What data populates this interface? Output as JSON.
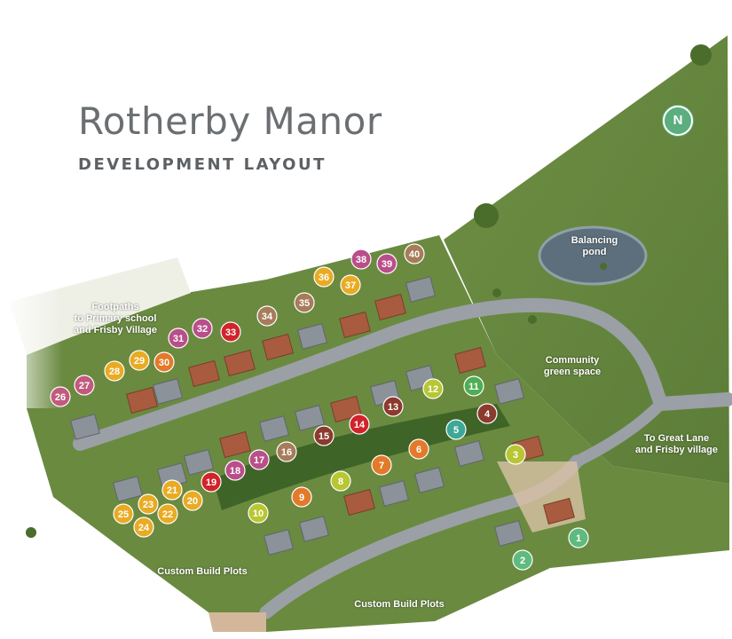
{
  "title": "Rotherby Manor",
  "subtitle": "DEVELOPMENT LAYOUT",
  "north": "N",
  "labels": {
    "footpaths": [
      "Footpaths",
      "to Primary school",
      "and Frisby Village"
    ],
    "balancing_pond": [
      "Balancing",
      "pond"
    ],
    "community": [
      "Community",
      "green space"
    ],
    "great_lane": [
      "To Great Lane",
      "and Frisby village"
    ],
    "custom_plots_1": "Custom Build Plots",
    "custom_plots_2": "Custom Build Plots"
  },
  "colors": {
    "green_light": "#8ec54a",
    "green_teal": "#4fae8a",
    "orange": "#e27a2a",
    "yellow": "#e9ab23",
    "brown": "#b07a4e",
    "dark_red": "#9e2d2e",
    "red": "#d2232a",
    "pink": "#b94f8a"
  },
  "plots": [
    {
      "n": "1",
      "c": "#5fba7d"
    },
    {
      "n": "2",
      "c": "#5fba7d"
    },
    {
      "n": "3",
      "c": "#b8c633"
    },
    {
      "n": "4",
      "c": "#8b3a2e"
    },
    {
      "n": "5",
      "c": "#3ea796"
    },
    {
      "n": "6",
      "c": "#e27a2a"
    },
    {
      "n": "7",
      "c": "#e27a2a"
    },
    {
      "n": "8",
      "c": "#b8c633"
    },
    {
      "n": "9",
      "c": "#e27a2a"
    },
    {
      "n": "10",
      "c": "#b8c633"
    },
    {
      "n": "11",
      "c": "#4fae55"
    },
    {
      "n": "12",
      "c": "#b8c633"
    },
    {
      "n": "13",
      "c": "#8b3a2e"
    },
    {
      "n": "14",
      "c": "#d2232a"
    },
    {
      "n": "15",
      "c": "#8b3a2e"
    },
    {
      "n": "16",
      "c": "#a77c5a"
    },
    {
      "n": "17",
      "c": "#b94f8a"
    },
    {
      "n": "18",
      "c": "#b94f8a"
    },
    {
      "n": "19",
      "c": "#d2232a"
    },
    {
      "n": "20",
      "c": "#e9ab23"
    },
    {
      "n": "21",
      "c": "#e9ab23"
    },
    {
      "n": "22",
      "c": "#e9ab23"
    },
    {
      "n": "23",
      "c": "#e9ab23"
    },
    {
      "n": "24",
      "c": "#e9ab23"
    },
    {
      "n": "25",
      "c": "#e9ab23"
    },
    {
      "n": "26",
      "c": "#c25a7e"
    },
    {
      "n": "27",
      "c": "#c25a7e"
    },
    {
      "n": "28",
      "c": "#e9ab23"
    },
    {
      "n": "29",
      "c": "#e9ab23"
    },
    {
      "n": "30",
      "c": "#e27a2a"
    },
    {
      "n": "31",
      "c": "#b94f8a"
    },
    {
      "n": "32",
      "c": "#b94f8a"
    },
    {
      "n": "33",
      "c": "#d2232a"
    },
    {
      "n": "34",
      "c": "#a77c5a"
    },
    {
      "n": "35",
      "c": "#a77c5a"
    },
    {
      "n": "36",
      "c": "#e9ab23"
    },
    {
      "n": "37",
      "c": "#e9ab23"
    },
    {
      "n": "38",
      "c": "#b94f8a"
    },
    {
      "n": "39",
      "c": "#b94f8a"
    },
    {
      "n": "40",
      "c": "#a77c5a"
    }
  ]
}
